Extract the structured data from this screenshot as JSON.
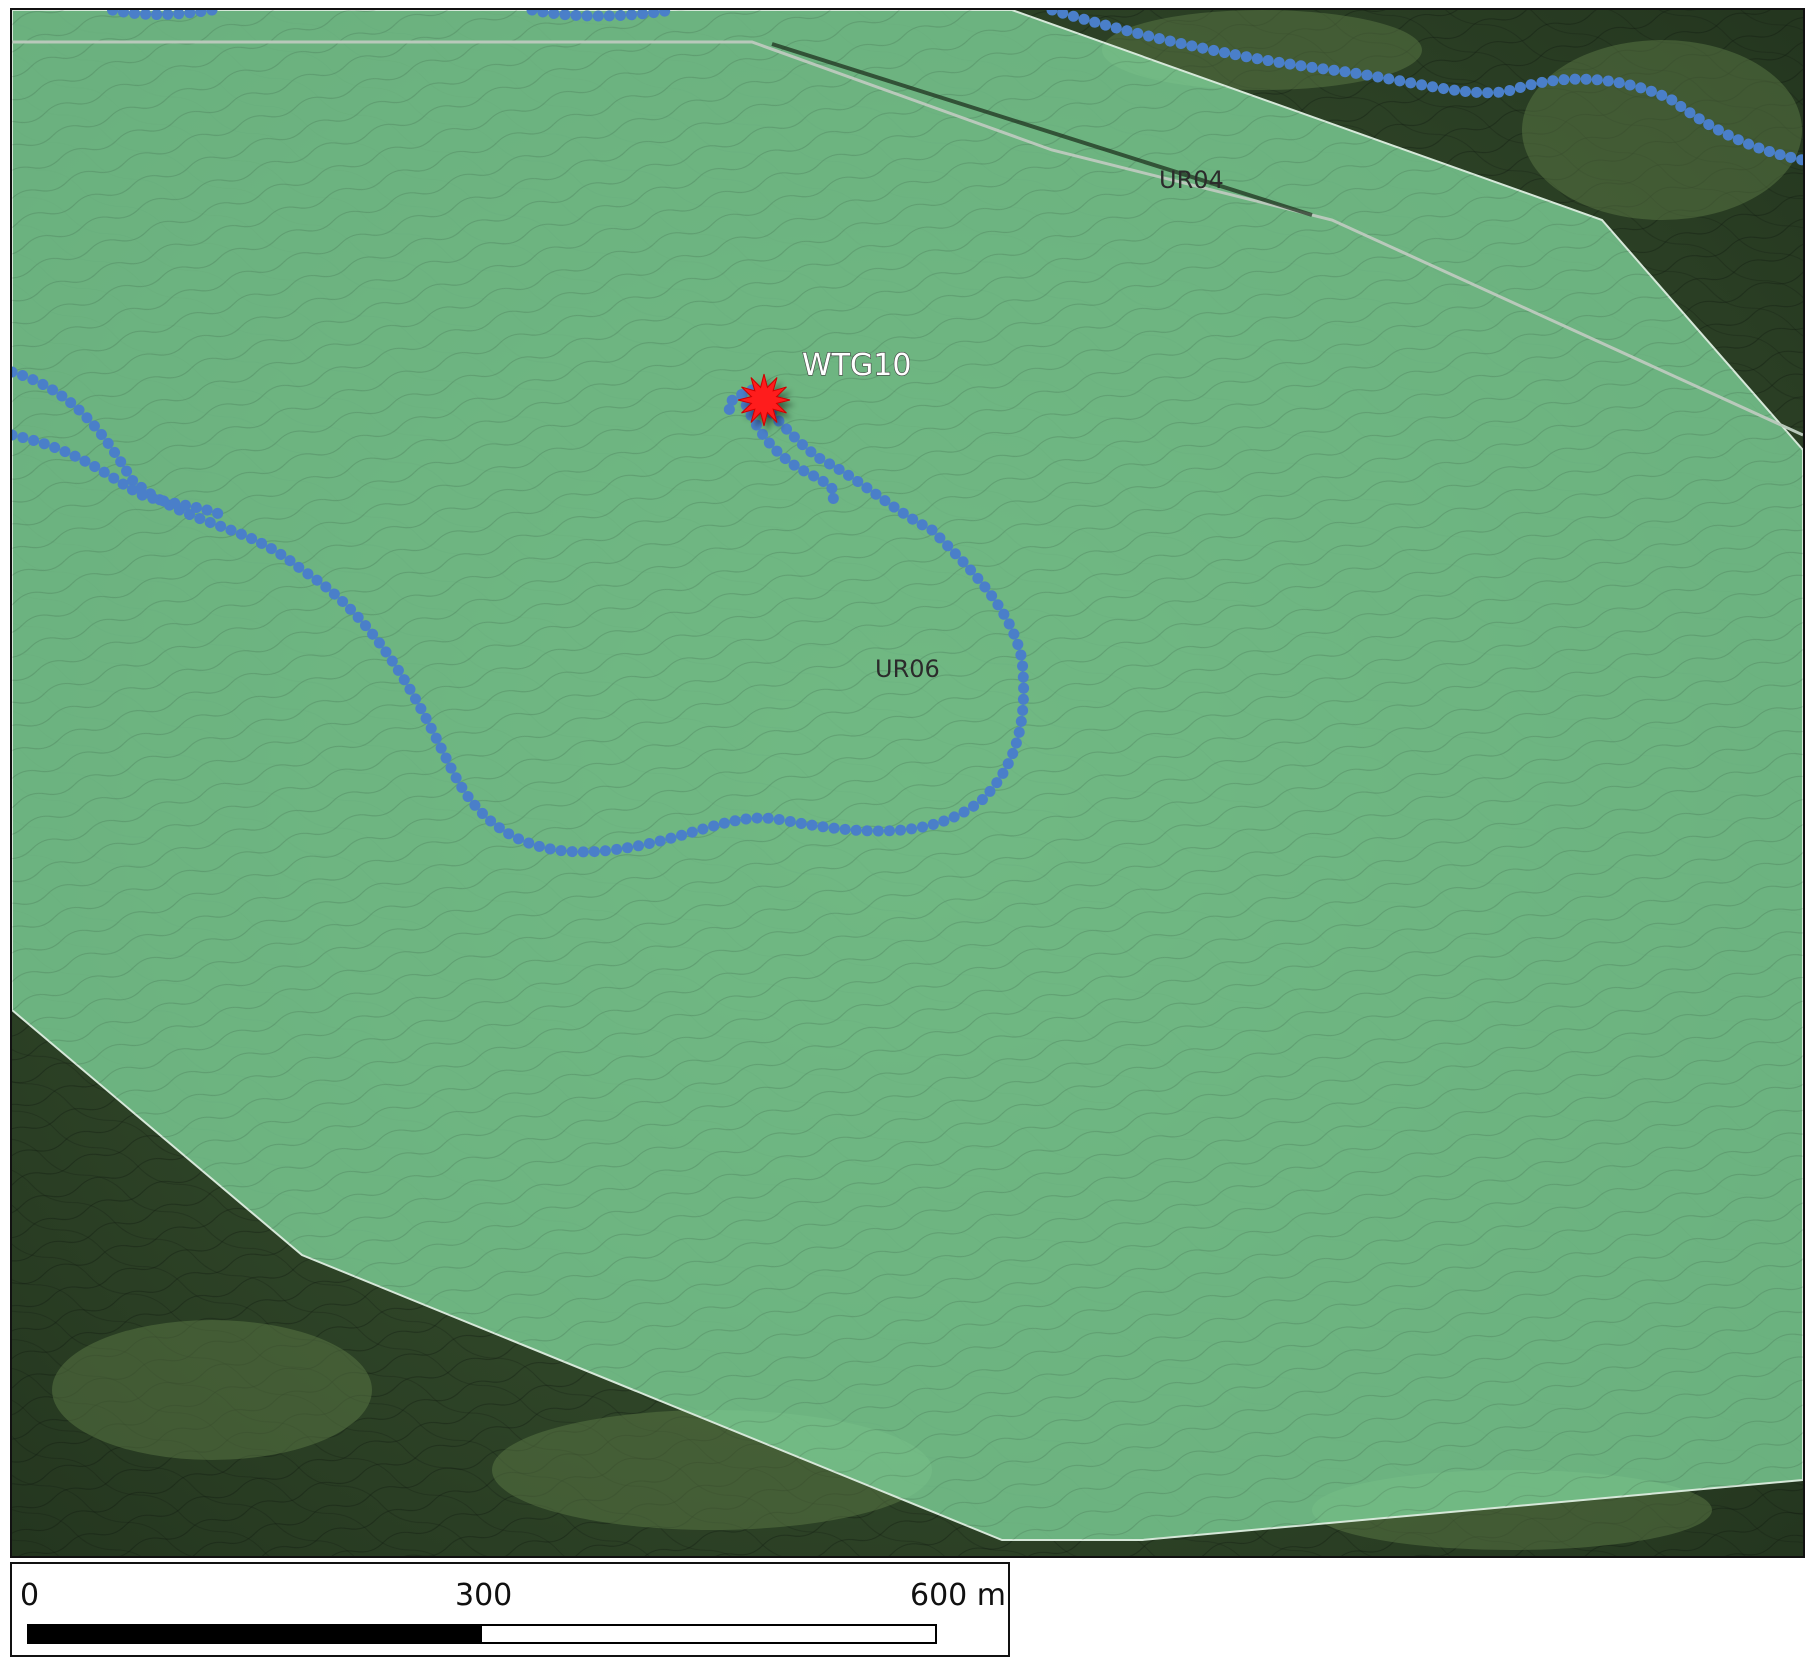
{
  "map": {
    "turbine_label": "WTG10",
    "zones": [
      {
        "label": "UR04"
      },
      {
        "label": "UR06"
      }
    ],
    "colors": {
      "zone_fill": "#7fd49a",
      "road_dots": "#4a7fc9",
      "turbine_marker": "#ff1a1a",
      "terrain_dark": "#2f4a2a"
    },
    "turbine_icon": "red-star-icon"
  },
  "scale_bar": {
    "labels": [
      "0",
      "300",
      "600 m"
    ]
  }
}
